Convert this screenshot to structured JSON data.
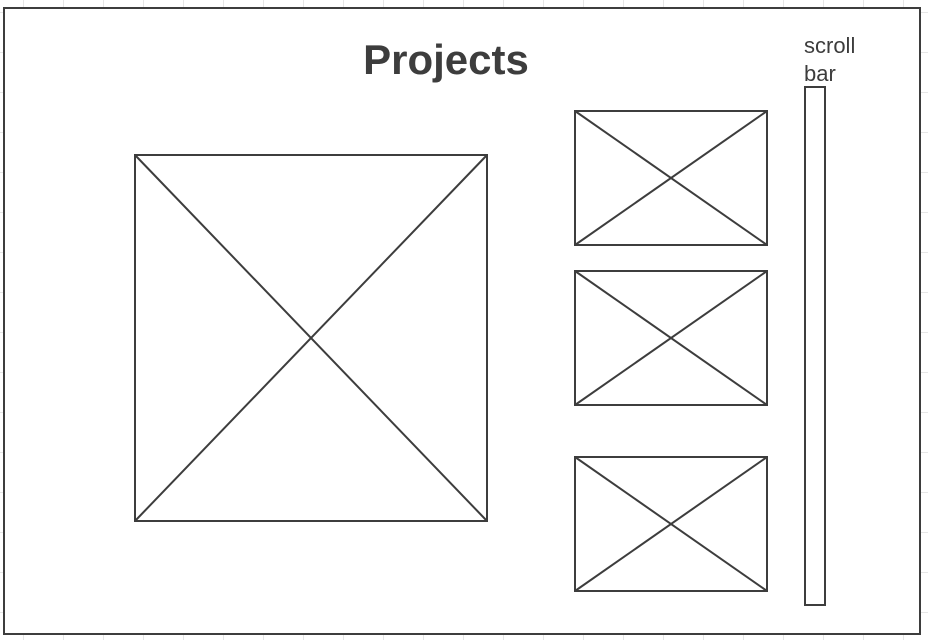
{
  "page": {
    "title": "Projects"
  },
  "placeholders": {
    "main": {
      "type": "image-placeholder"
    },
    "thumbnails": [
      {
        "type": "image-placeholder"
      },
      {
        "type": "image-placeholder"
      },
      {
        "type": "image-placeholder"
      }
    ]
  },
  "scrollbar": {
    "label_line1": "scroll",
    "label_line2": "bar"
  },
  "colors": {
    "stroke": "#3d3d3d",
    "grid": "#e6e6e6",
    "background": "#ffffff"
  }
}
